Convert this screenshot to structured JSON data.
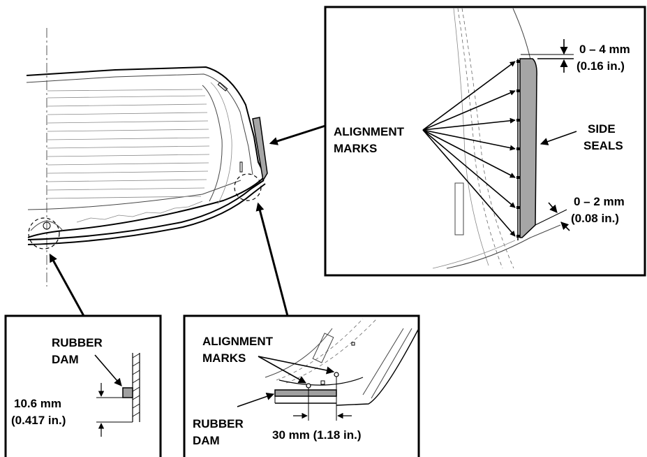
{
  "detail_side_seals": {
    "alignment_marks_line1": "ALIGNMENT",
    "alignment_marks_line2": "MARKS",
    "side_seals_line1": "SIDE",
    "side_seals_line2": "SEALS",
    "top_gap_mm": "0 – 4 mm",
    "top_gap_in": "(0.16 in.)",
    "bottom_gap_mm": "0 – 2 mm",
    "bottom_gap_in": "(0.08 in.)"
  },
  "detail_rubber_dam_center": {
    "rubber_dam_line1": "RUBBER",
    "rubber_dam_line2": "DAM",
    "height_mm": "10.6 mm",
    "height_in": "(0.417 in.)"
  },
  "detail_rubber_dam_corner": {
    "alignment_marks_line1": "ALIGNMENT",
    "alignment_marks_line2": "MARKS",
    "rubber_dam_line1": "RUBBER",
    "rubber_dam_line2": "DAM",
    "offset": "30 mm (1.18 in.)"
  },
  "colors": {
    "seal_fill": "#a6a6a6",
    "dam_fill": "#a0a0a0",
    "line": "#000000"
  }
}
